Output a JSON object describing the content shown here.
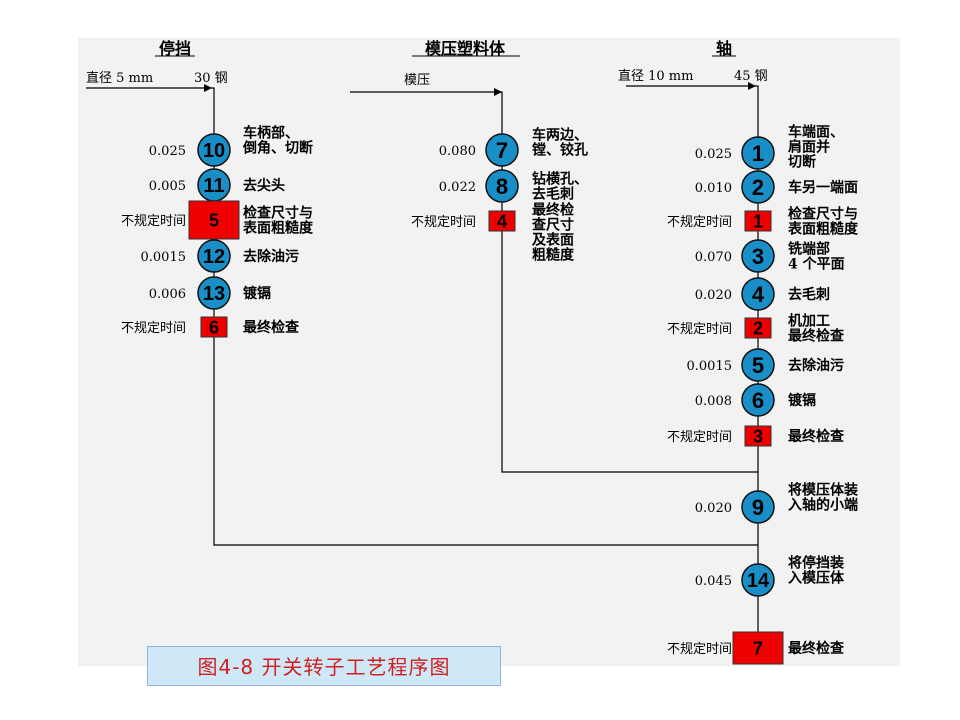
{
  "colors": {
    "circle": "#1a8fc7",
    "square": "#ee0000",
    "line": "#000000"
  },
  "columns": {
    "stopper": {
      "title": "停挡",
      "material_left": "直径 5 mm",
      "material_right": "30 钢"
    },
    "molded": {
      "title": "模压塑料体",
      "material": "模压"
    },
    "shaft": {
      "title": "轴",
      "material_left": "直径 10 mm",
      "material_right": "45 钢"
    }
  },
  "operations": [
    {
      "id": "s10",
      "col": "stopper",
      "shape": "circle",
      "number": "10",
      "time": "0.025",
      "desc": [
        "车柄部、",
        "倒角、切断"
      ]
    },
    {
      "id": "s11",
      "col": "stopper",
      "shape": "circle",
      "number": "11",
      "time": "0.005",
      "desc": [
        "去尖头"
      ]
    },
    {
      "id": "s5",
      "col": "stopper",
      "shape": "square",
      "number": "5",
      "time": "不规定时间",
      "desc": [
        "检查尺寸与",
        "表面粗糙度"
      ]
    },
    {
      "id": "s12",
      "col": "stopper",
      "shape": "circle",
      "number": "12",
      "time": "0.0015",
      "desc": [
        "去除油污"
      ]
    },
    {
      "id": "s13",
      "col": "stopper",
      "shape": "circle",
      "number": "13",
      "time": "0.006",
      "desc": [
        "镀镉"
      ]
    },
    {
      "id": "s6",
      "col": "stopper",
      "shape": "square",
      "number": "6",
      "time": "不规定时间",
      "desc": [
        "最终检查"
      ]
    },
    {
      "id": "m7",
      "col": "molded",
      "shape": "circle",
      "number": "7",
      "time": "0.080",
      "desc": [
        "车两边、",
        "镗、铰孔"
      ]
    },
    {
      "id": "m8",
      "col": "molded",
      "shape": "circle",
      "number": "8",
      "time": "0.022",
      "desc": [
        "钻横孔、",
        "去毛刺"
      ]
    },
    {
      "id": "m4",
      "col": "molded",
      "shape": "square",
      "number": "4",
      "time": "不规定时间",
      "desc": [
        "最终检",
        "查尺寸",
        "及表面",
        "粗糙度"
      ]
    },
    {
      "id": "a1",
      "col": "shaft",
      "shape": "circle",
      "number": "1",
      "time": "0.025",
      "desc": [
        "车端面、",
        "肩面并",
        "切断"
      ]
    },
    {
      "id": "a2",
      "col": "shaft",
      "shape": "circle",
      "number": "2",
      "time": "0.010",
      "desc": [
        "车另一端面"
      ]
    },
    {
      "id": "a1s",
      "col": "shaft",
      "shape": "square",
      "number": "1",
      "time": "不规定时间",
      "desc": [
        "检查尺寸与",
        "表面粗糙度"
      ]
    },
    {
      "id": "a3",
      "col": "shaft",
      "shape": "circle",
      "number": "3",
      "time": "0.070",
      "desc": [
        "铣端部",
        "4 个平面"
      ]
    },
    {
      "id": "a4",
      "col": "shaft",
      "shape": "circle",
      "number": "4",
      "time": "0.020",
      "desc": [
        "去毛刺"
      ]
    },
    {
      "id": "a2s",
      "col": "shaft",
      "shape": "square",
      "number": "2",
      "time": "不规定时间",
      "desc": [
        "机加工",
        "最终检查"
      ]
    },
    {
      "id": "a5",
      "col": "shaft",
      "shape": "circle",
      "number": "5",
      "time": "0.0015",
      "desc": [
        "去除油污"
      ]
    },
    {
      "id": "a6",
      "col": "shaft",
      "shape": "circle",
      "number": "6",
      "time": "0.008",
      "desc": [
        "镀镉"
      ]
    },
    {
      "id": "a3s",
      "col": "shaft",
      "shape": "square",
      "number": "3",
      "time": "不规定时间",
      "desc": [
        "最终检查"
      ]
    },
    {
      "id": "j9",
      "col": "shaft",
      "shape": "circle",
      "number": "9",
      "time": "0.020",
      "desc": [
        "将模压体装",
        "入轴的小端"
      ]
    },
    {
      "id": "j14",
      "col": "shaft",
      "shape": "circle",
      "number": "14",
      "time": "0.045",
      "desc": [
        "将停挡装",
        "入模压体"
      ]
    },
    {
      "id": "j7",
      "col": "shaft",
      "shape": "square",
      "number": "7",
      "time": "不规定时间",
      "desc": [
        "最终检查"
      ]
    }
  ],
  "caption": "图4-8   开关转子工艺程序图"
}
